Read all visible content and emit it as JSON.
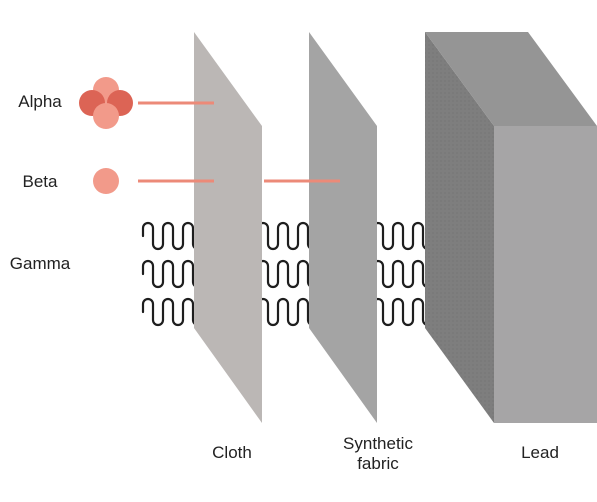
{
  "radiation": {
    "alpha": "Alpha",
    "beta": "Beta",
    "gamma": "Gamma"
  },
  "materials": {
    "cloth": "Cloth",
    "synthetic_line1": "Synthetic",
    "synthetic_line2": "fabric",
    "lead": "Lead"
  },
  "colors": {
    "particle_light": "#f29a8a",
    "particle_dark": "#dc6455",
    "ray": "#ec8a78",
    "wave": "#1e1e1e",
    "cloth_sheet": "#bbb7b5",
    "synthetic_sheet": "#a4a4a4",
    "lead_front": "#a6a5a6",
    "lead_top": "#959595",
    "lead_side": "#7e7e7e"
  },
  "icons": {
    "alpha_particle": "alpha-particle-cluster-icon",
    "beta_particle": "beta-particle-icon",
    "gamma_wave": "gamma-wave-icon"
  }
}
